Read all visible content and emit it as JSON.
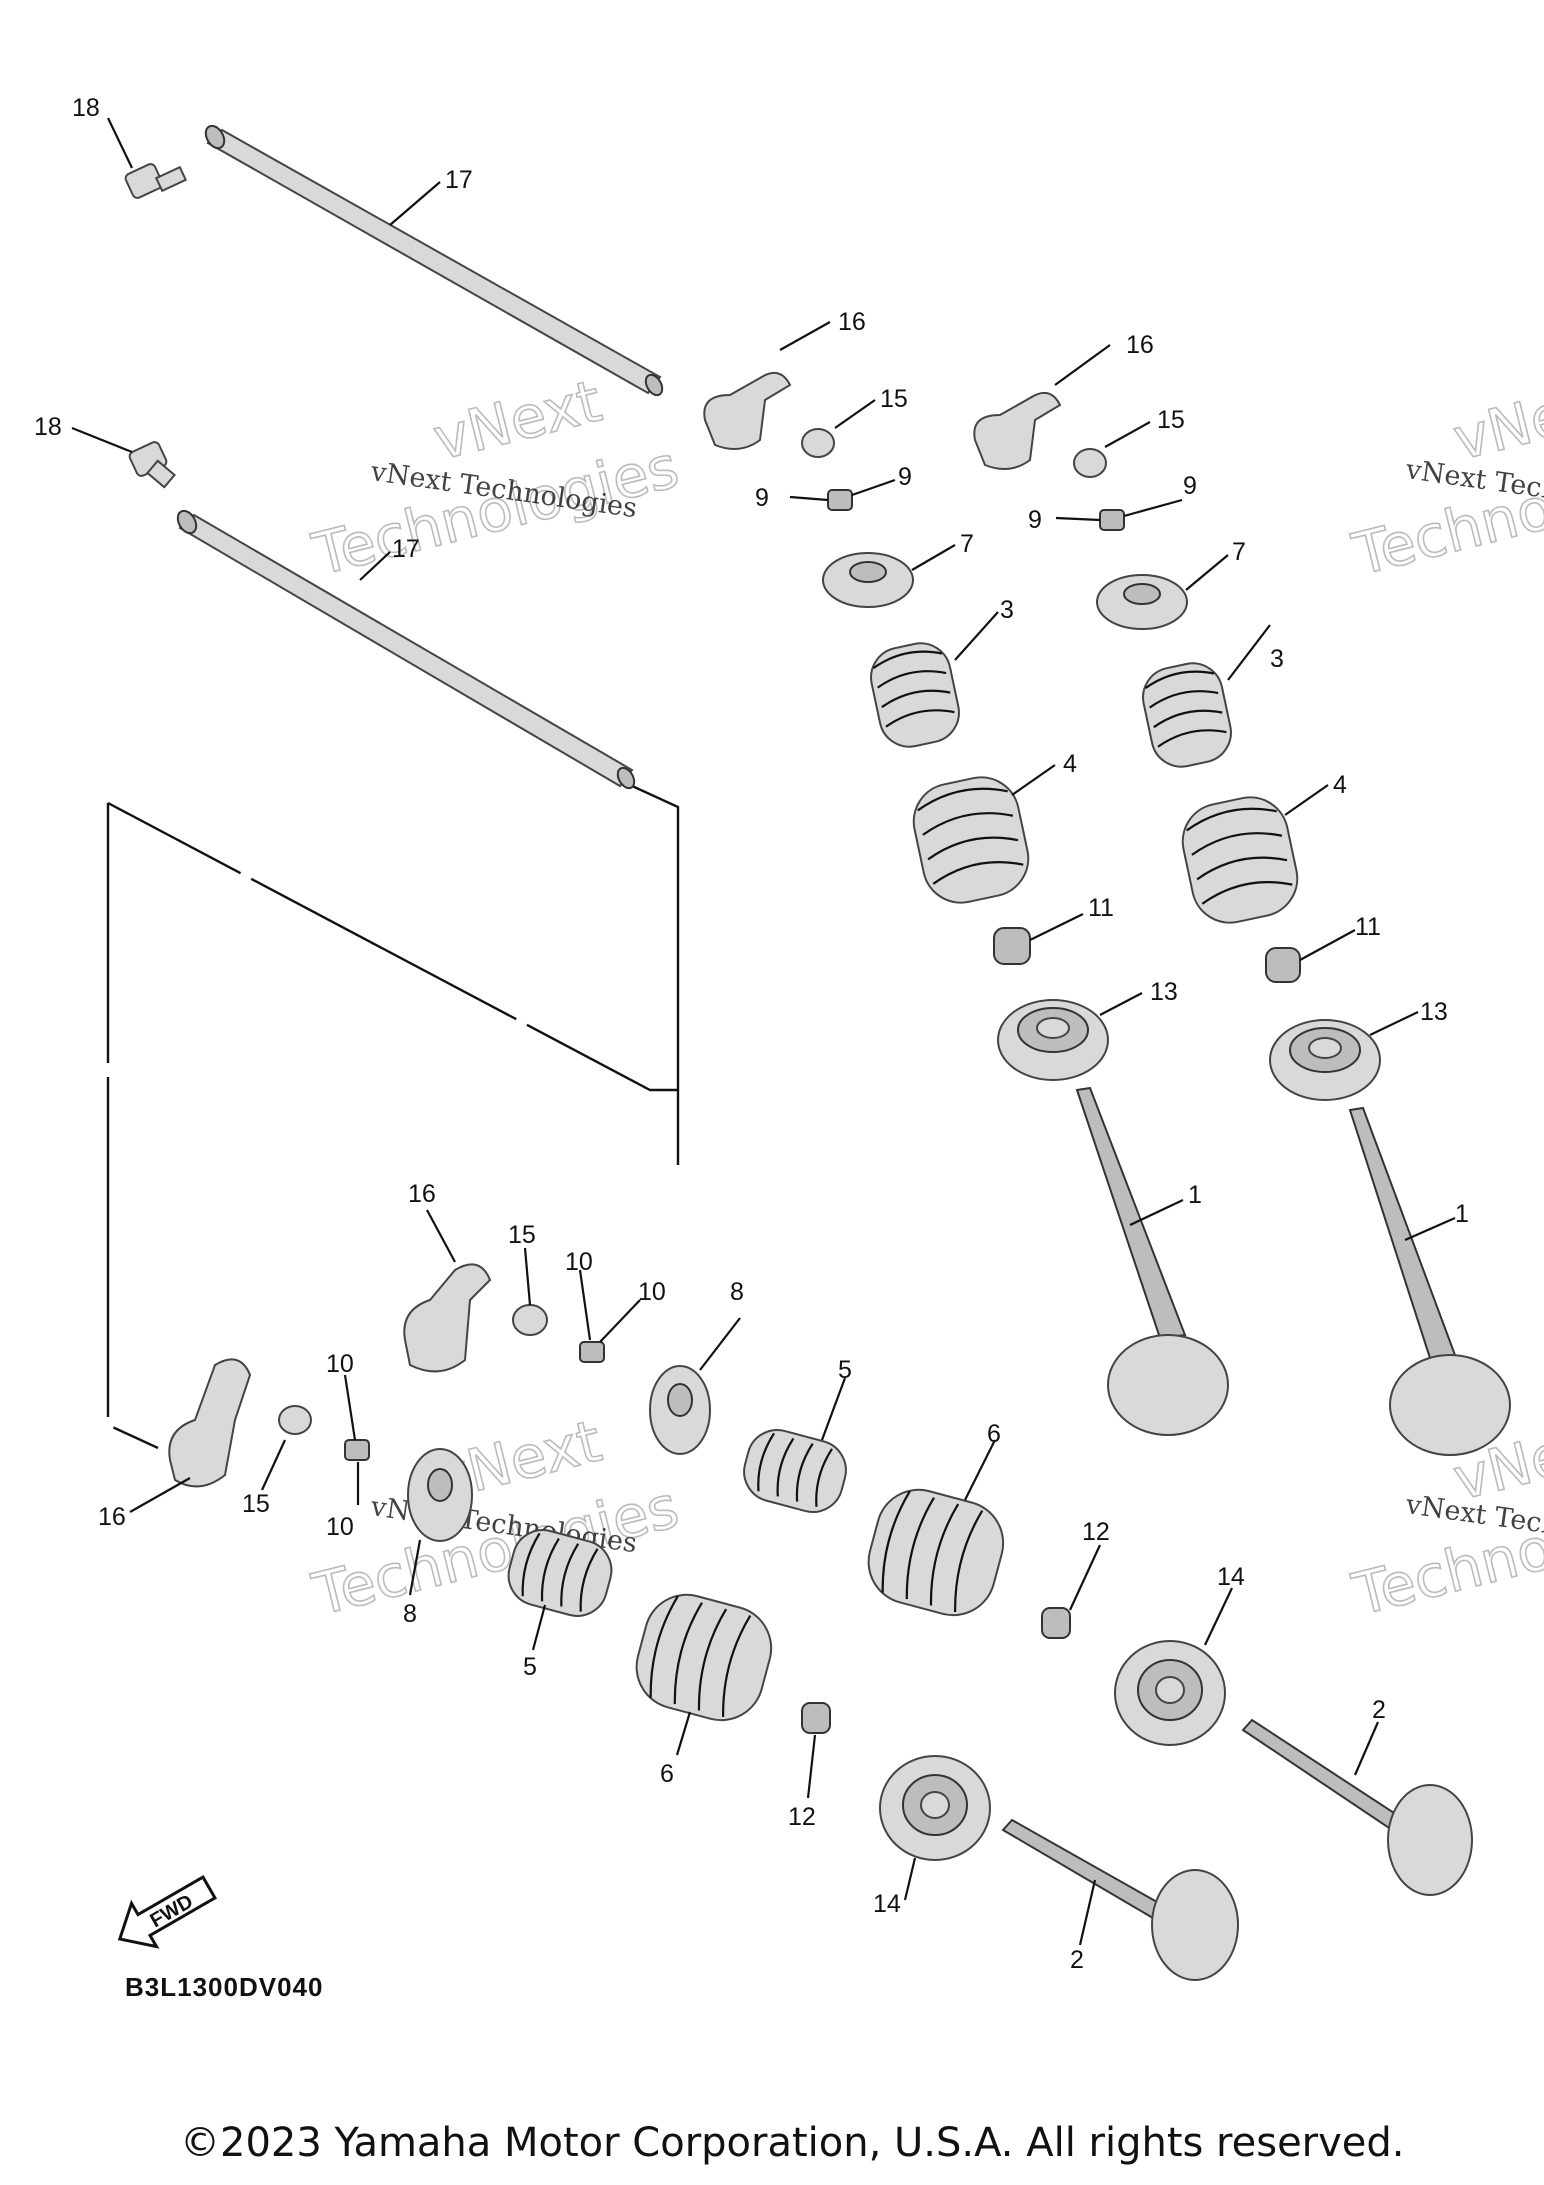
{
  "diagram_code": "B3L1300DV040",
  "fwd_label": "FWD",
  "copyright": "©2023 Yamaha Motor Corporation, U.S.A. All rights reserved.",
  "watermark": {
    "line": "vNext Technologies",
    "big_top": "vNext",
    "big_bottom": "Technologies"
  },
  "callouts": {
    "n1": "1",
    "n2": "2",
    "n3": "3",
    "n4": "4",
    "n5": "5",
    "n6": "6",
    "n7": "7",
    "n8": "8",
    "n9": "9",
    "n10": "10",
    "n11": "11",
    "n12": "12",
    "n13": "13",
    "n14": "14",
    "n15": "15",
    "n16": "16",
    "n17": "17",
    "n18": "18"
  }
}
